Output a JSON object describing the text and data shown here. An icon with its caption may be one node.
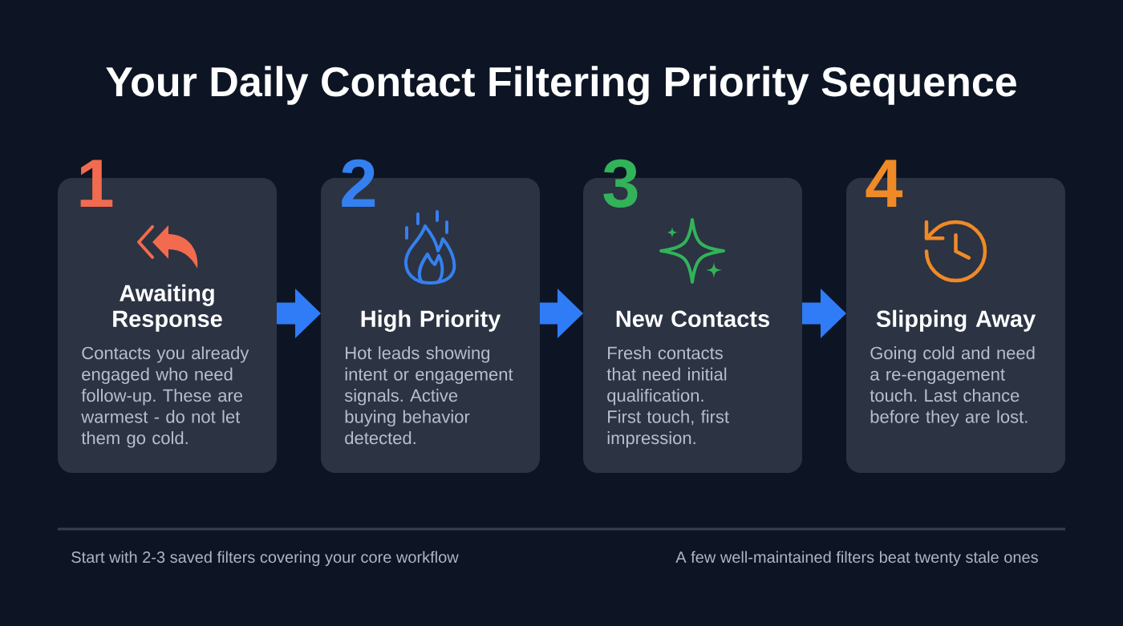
{
  "diagram": {
    "title": "Your Daily Contact Filtering Priority Sequence",
    "nodes": [
      {
        "text": [
          "1",
          "Awaiting Response",
          "Contacts you already engaged who need follow-up. These are warmest - do not let them go cold."
        ]
      },
      {
        "text": [
          "2",
          "High Priority",
          "Hot leads showing intent or engagement signals. Active buying behavior detected."
        ]
      },
      {
        "text": [
          "3",
          "New Contacts",
          "Fresh contacts that need initial qualification. First touch, first impression."
        ]
      },
      {
        "text": [
          "4",
          "Slipping Away",
          "Going cold and need a re-engagement touch. Last chance before they are lost."
        ]
      }
    ],
    "edges": [
      {
        "from": 0,
        "to": 1,
        "arrow": "to"
      },
      {
        "from": 1,
        "to": 2,
        "arrow": "to"
      },
      {
        "from": 2,
        "to": 3,
        "arrow": "to"
      }
    ],
    "labels": [
      "Start with 2-3 saved filters covering your core workflow",
      "A few well-maintained filters beat twenty stale ones"
    ]
  }
}
